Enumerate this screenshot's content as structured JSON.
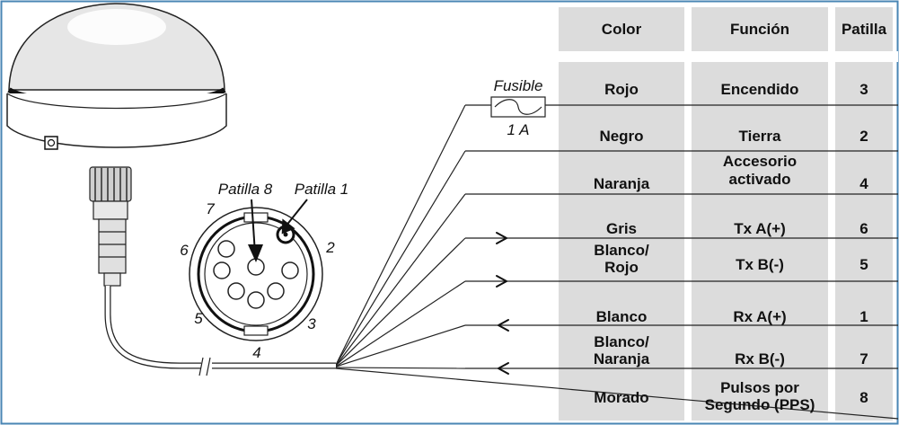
{
  "table": {
    "headers": {
      "color": "Color",
      "function": "Función",
      "pin": "Patilla"
    },
    "rows": [
      {
        "color": [
          "Rojo"
        ],
        "function": [
          "Encendido"
        ],
        "pin": "3"
      },
      {
        "color": [
          "Negro"
        ],
        "function": [
          "Tierra"
        ],
        "pin": "2"
      },
      {
        "color": [
          "Naranja"
        ],
        "function": [
          "Accesorio",
          "activado"
        ],
        "pin": "4"
      },
      {
        "color": [
          "Gris"
        ],
        "function": [
          "Tx A(+)"
        ],
        "pin": "6"
      },
      {
        "color": [
          "Blanco/",
          "Rojo"
        ],
        "function": [
          "Tx B(-)"
        ],
        "pin": "5"
      },
      {
        "color": [
          "Blanco"
        ],
        "function": [
          "Rx A(+)"
        ],
        "pin": "1"
      },
      {
        "color": [
          "Blanco/",
          "Naranja"
        ],
        "function": [
          "Rx B(-)"
        ],
        "pin": "7"
      },
      {
        "color": [
          "Morado"
        ],
        "function": [
          "Pulsos por",
          "Segundo (PPS)"
        ],
        "pin": "8"
      }
    ]
  },
  "fuse": {
    "label": "Fusible",
    "rating": "1 A"
  },
  "connector": {
    "label_pin8": "Patilla 8",
    "label_pin1": "Patilla 1",
    "pin_numbers": [
      "7",
      "6",
      "5",
      "4",
      "3",
      "2"
    ]
  },
  "colors": {
    "column_fill": "#dcdcdc",
    "frame": "#4a86b4",
    "line": "#222222"
  }
}
